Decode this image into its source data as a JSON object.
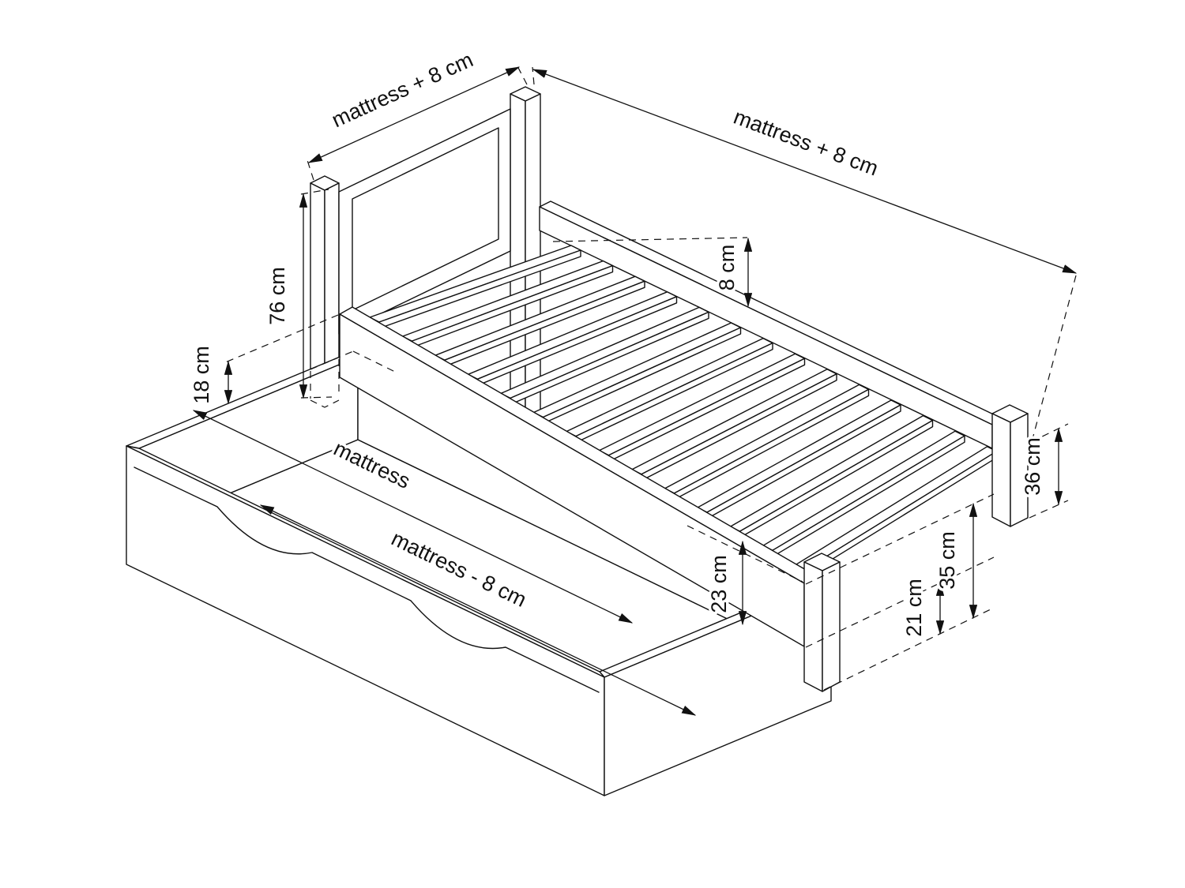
{
  "diagram": {
    "type": "technical-drawing",
    "subject": "trundle bed frame with pull-out drawer and slatted base",
    "background_color": "#ffffff",
    "line_color": "#111111"
  },
  "labels": {
    "headboard_width": "mattress + 8 cm",
    "bed_length": "mattress + 8 cm",
    "rail_above_slats": "8 cm",
    "headboard_height": "76 cm",
    "clearance_trundle": "18 cm",
    "trundle_length": "mattress",
    "trundle_width": "mattress - 8 cm",
    "trundle_depth": "23 cm",
    "clearance_under_bed": "21 cm",
    "rail_top_height": "35 cm",
    "frame_height": "36 cm"
  }
}
